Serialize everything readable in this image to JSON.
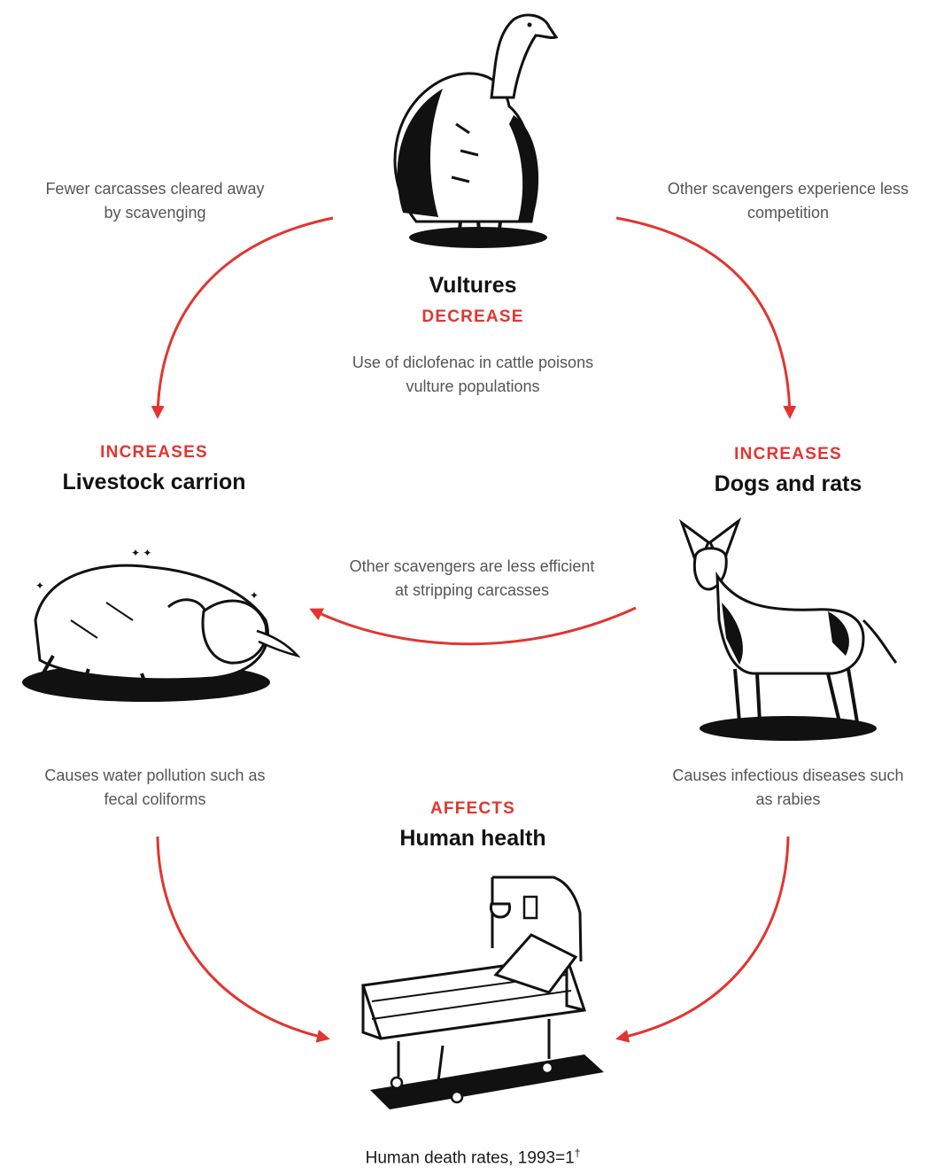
{
  "colors": {
    "accent": "#e3342f",
    "ink": "#111111",
    "note": "#555555"
  },
  "nodes": {
    "vultures": {
      "title": "Vultures",
      "tag": "DECREASE",
      "note": "Use of diclofenac in cattle poisons vulture populations",
      "icon": "vulture-illustration"
    },
    "livestock": {
      "title": "Livestock carrion",
      "tag": "INCREASES",
      "icon": "dead-cow-illustration"
    },
    "dogs": {
      "title": "Dogs and rats",
      "tag": "INCREASES",
      "icon": "dog-illustration"
    },
    "human": {
      "title": "Human health",
      "tag": "AFFECTS",
      "icon": "hospital-bed-illustration"
    }
  },
  "links": {
    "vultures_to_livestock": "Fewer carcasses cleared away by scavenging",
    "vultures_to_dogs": "Other scavengers experience less competition",
    "dogs_to_livestock": "Other scavengers are less efficient at stripping carcasses",
    "livestock_to_human": "Causes water pollution such as fecal coliforms",
    "dogs_to_human": "Causes infectious diseases such as rabies"
  },
  "footer": {
    "label": "Human death rates, 1993=1",
    "mark": "†"
  }
}
